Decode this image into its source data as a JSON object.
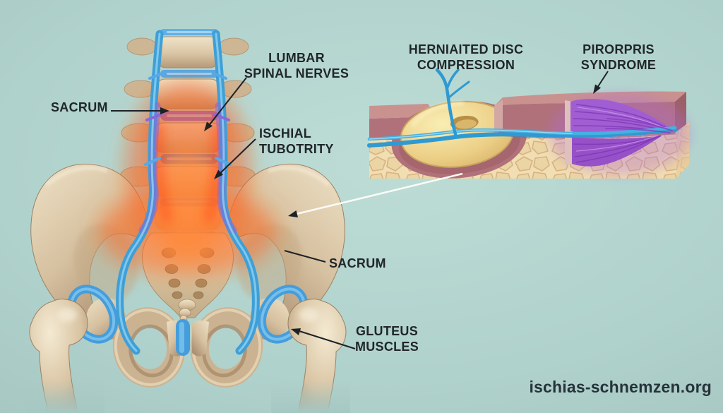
{
  "labels": {
    "sacrum_left": "SACRUM",
    "lumbar_spinal_nerves": "LUMBAR\nSPINAL NERVES",
    "ischial_tubotrity": "ISCHIAL\nTUBOTRITY",
    "herniated_disc_compression": "HERNIAITED DISC\nCOMPRESSION",
    "pirorpris_syndrome": "PIRORPRIS\nSYNDROME",
    "sacrum_right": "SACRUM",
    "gluteus_muscles": "GLUTEUS\nMUSCLES"
  },
  "watermark": "ischias-schnemzen.org",
  "colors": {
    "background-center": "#bddcd6",
    "background-edge": "#9cbab6",
    "label-text": "#20262a",
    "bone": "#d8c3a3",
    "bone-highlight": "#f0e4cb",
    "bone-shadow": "#ab9070",
    "nerve-blue": "#3f9fd6",
    "nerve-purple": "#8b67d6",
    "inflammation-red": "#ff4d15",
    "inflammation-orange": "#ff8c3a",
    "cartilage-blue": "#459ddb",
    "disc-yellow": "#eccf86",
    "muscle-pink": "#b1717a",
    "piriformis-purple": "#a15ed2"
  }
}
